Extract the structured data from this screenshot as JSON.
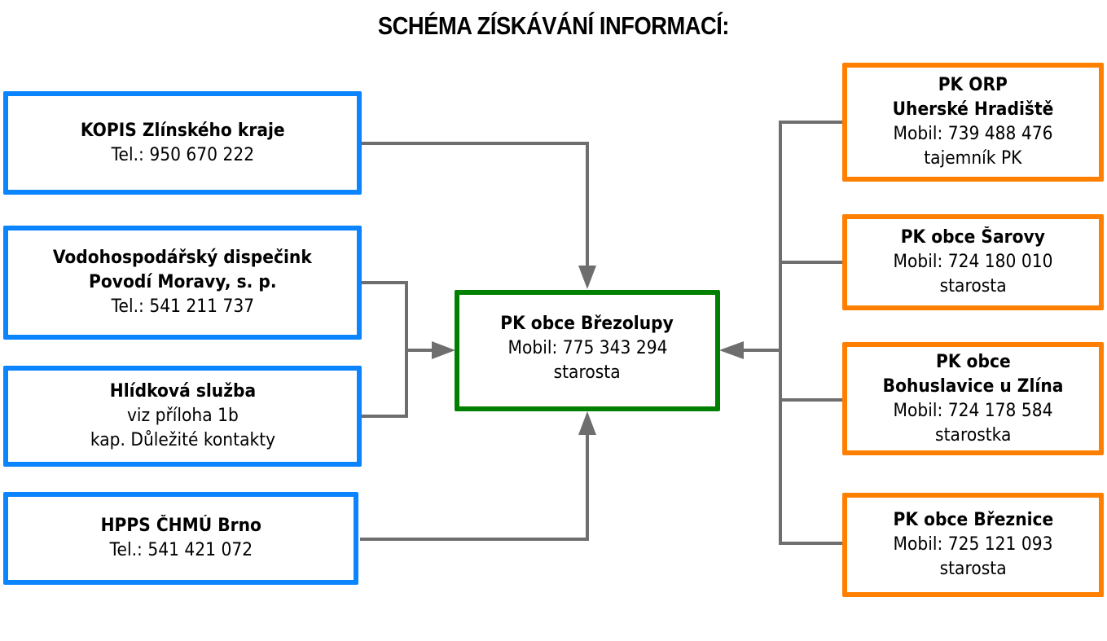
{
  "title": "SCHÉMA ZÍSKÁVÁNÍ INFORMACÍ:",
  "colors": {
    "source_border": "#0a84ff",
    "center_border": "#008000",
    "neighbor_border": "#ff8000",
    "connector": "#6e6e6e"
  },
  "left_sources": [
    {
      "lines": [
        "KOPIS Zlínského kraje"
      ],
      "detail": [
        "Tel.: 950 670 222"
      ]
    },
    {
      "lines": [
        "Vodohospodářský dispečink",
        "Povodí Moravy, s. p."
      ],
      "detail": [
        "Tel.: 541 211 737"
      ]
    },
    {
      "lines": [
        "Hlídková služba"
      ],
      "detail": [
        "viz příloha 1b",
        "kap. Důležité kontakty"
      ]
    },
    {
      "lines": [
        "HPPS ČHMÚ Brno"
      ],
      "detail": [
        "Tel.: 541 421 072"
      ]
    }
  ],
  "center": {
    "lines": [
      "PK obce Březolupy"
    ],
    "detail": [
      "Mobil: 775 343 294",
      "starosta"
    ]
  },
  "right_neighbors": [
    {
      "lines": [
        "PK ORP",
        "Uherské Hradiště"
      ],
      "detail": [
        "Mobil: 739 488 476",
        "tajemník PK"
      ]
    },
    {
      "lines": [
        "PK obce Šarovy"
      ],
      "detail": [
        "Mobil: 724 180 010",
        "starosta"
      ]
    },
    {
      "lines": [
        "PK obce",
        "Bohuslavice u Zlína"
      ],
      "detail": [
        "Mobil: 724 178 584",
        "starostka"
      ]
    },
    {
      "lines": [
        "PK obce Březnice"
      ],
      "detail": [
        "Mobil: 725 121 093",
        "starosta"
      ]
    }
  ]
}
